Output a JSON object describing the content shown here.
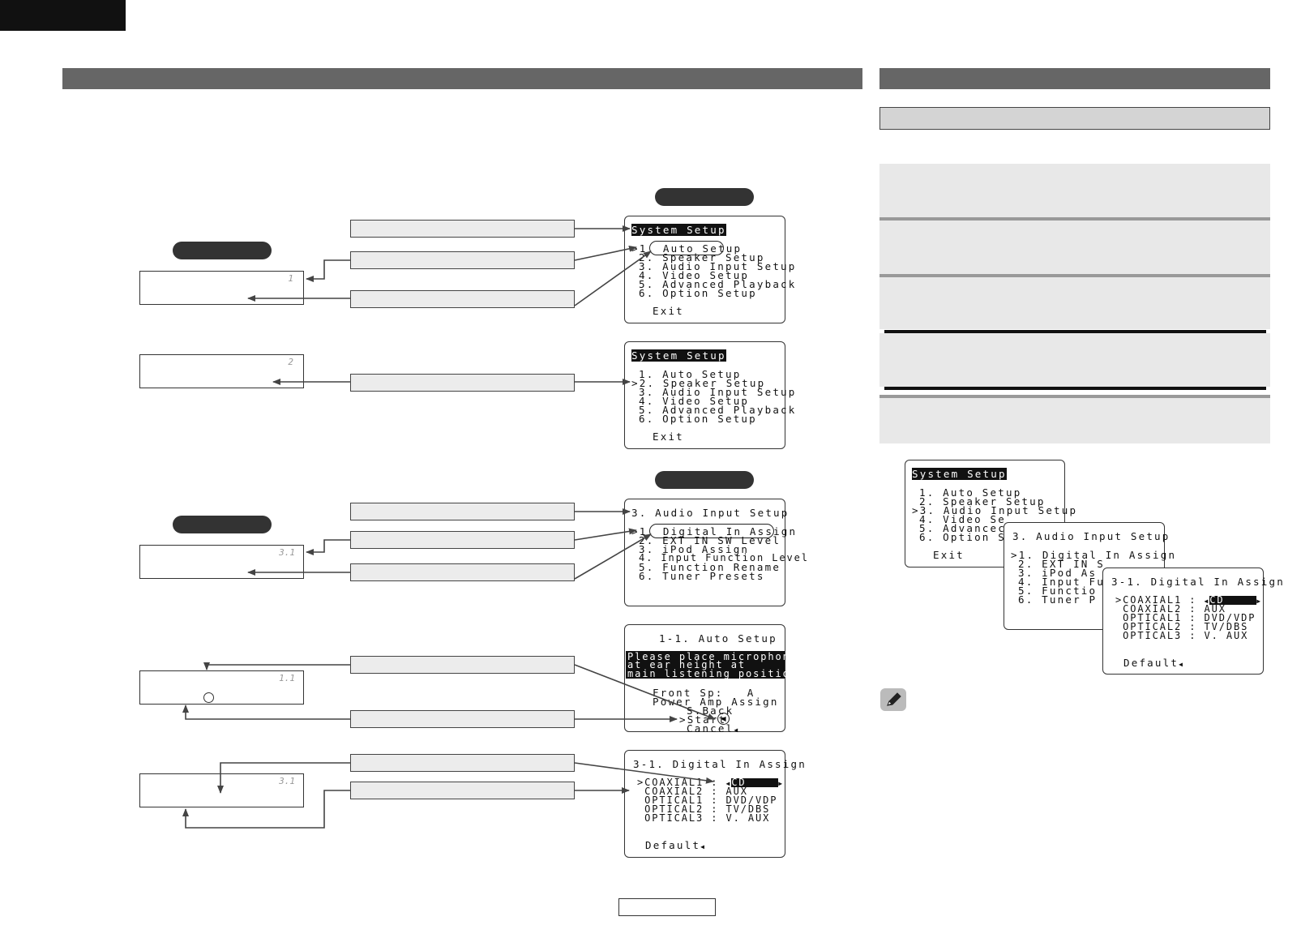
{
  "left_header": "",
  "right_header": "",
  "right_subheader": "",
  "page_number": "",
  "setup": {
    "system_title": "System Setup",
    "menu": [
      "1. Auto Setup",
      "2. Speaker Setup",
      "3. Audio Input Setup",
      "4. Video Setup",
      "5. Advanced Playback",
      "6. Option Setup"
    ],
    "exit": "Exit"
  },
  "displays": {
    "d1": "1",
    "d2": "2",
    "d3": "3.1",
    "d4": "1.1",
    "d5": "3.1"
  },
  "osd_rows": {
    "row1_prefix": ">1.",
    "row1_rest": " Auto Setup",
    "row2_prefix": ">2.",
    "row2_rest": " Speaker Setup",
    "row1_plain": "1. Auto Setup",
    "row2_plain": "2. Speaker Setup",
    "row3_plain": "3. Audio Input Setup",
    "row4": "4. Video Setup",
    "row5": "5. Advanced Playback",
    "row6": "6. Option Setup"
  },
  "audio_input": {
    "title": "3. Audio Input Setup",
    "row1_prefix": ">1.",
    "row1_rest": " Digital In Assign",
    "rows": [
      "2. EXT IN SW Level",
      "3. iPod Assign",
      "4. Input Function Level",
      "5. Function Rename",
      "6. Tuner Presets"
    ]
  },
  "auto_setup": {
    "title": "1-1. Auto Setup",
    "message": [
      "Please place microphone",
      "at ear height at",
      "main listening position"
    ],
    "front_sp": "Front Sp:   A",
    "power_amp": "Power Amp Assign",
    "back": "S.Back",
    "start": ">Start",
    "cancel": "Cancel"
  },
  "digital_assign": {
    "title": "3-1. Digital In Assign",
    "rows": [
      {
        "label": ">COAXIAL1 :",
        "value": "CD"
      },
      {
        "label": " COAXIAL2 :",
        "value": "AUX"
      },
      {
        "label": " OPTICAL1 :",
        "value": "DVD/VDP"
      },
      {
        "label": " OPTICAL2 :",
        "value": "TV/DBS"
      },
      {
        "label": " OPTICAL3 :",
        "value": "V. AUX"
      }
    ],
    "default": "Default"
  },
  "stack": {
    "s1_title": "System Setup",
    "s1_rows": [
      "1. Auto Setup",
      "2. Speaker Setup",
      ">3. Audio Input Setup",
      "4. Video Se",
      "5. Advancec",
      "6. Option S"
    ],
    "s1_exit": "Exit",
    "s2_title": "3. Audio Input Setup",
    "s2_rows": [
      ">1. Digital In Assign",
      "2. EXT IN S",
      "3. iPod As",
      "4. Input Fu",
      "5. Functio",
      "6. Tuner P"
    ],
    "s3_title": "3-1. Digital In Assign"
  },
  "icons": {
    "note": "pencil-icon"
  }
}
